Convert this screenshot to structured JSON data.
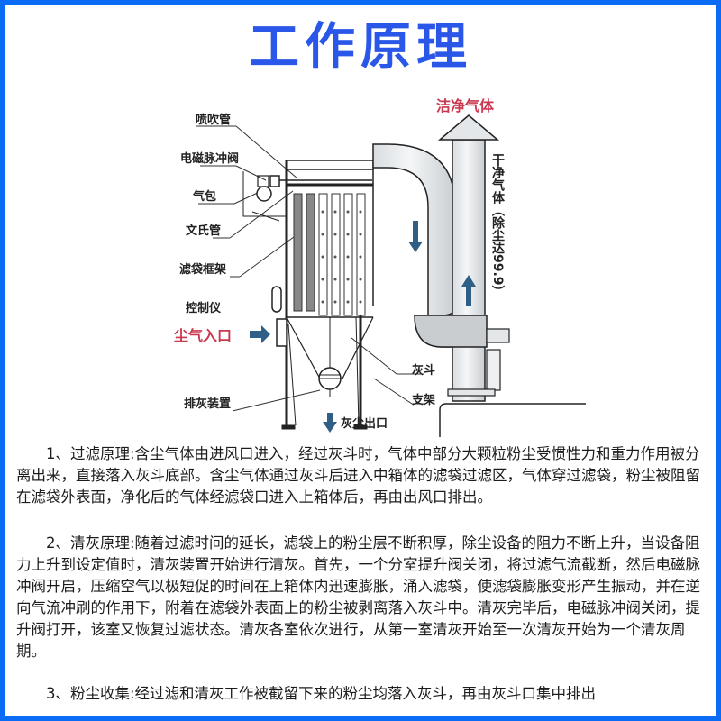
{
  "title": "工作原理",
  "diagram": {
    "labels": {
      "spray_pipe": "喷吹管",
      "solenoid_valve": "电磁脉冲阀",
      "air_bag": "气包",
      "venturi": "文氏管",
      "bag_frame": "滤袋框架",
      "controller": "控制仪",
      "dust_inlet": "尘气入口",
      "ash_hopper": "灰斗",
      "support": "支架",
      "discharge_device": "排灰装置",
      "dust_outlet": "灰尘出口",
      "clean_gas": "洁净气体",
      "dry_clean_gas": "干净气体（除尘达99.9）"
    },
    "colors": {
      "accent_blue": "#2a57e8",
      "label_red": "#c8384f",
      "arrow_blue": "#2f5f86",
      "frame_blue": "#0a6cf5"
    }
  },
  "sections": [
    {
      "text": "1、过滤原理:含尘气体由进风口进入，经过灰斗时，气体中部分大颗粒粉尘受惯性力和重力作用被分离出来，直接落入灰斗底部。含尘气体通过灰斗后进入中箱体的滤袋过滤区，气体穿过滤袋，粉尘被阻留在滤袋外表面，净化后的气体经滤袋口进入上箱体后，再由出风口排出。"
    },
    {
      "text": "2、清灰原理:随着过滤时间的延长，滤袋上的粉尘层不断积厚，除尘设备的阻力不断上升，当设备阻力上升到设定值时，清灰装置开始进行清灰。首先，一个分室提升阀关闭，将过滤气流截断，然后电磁脉冲阀开启，压缩空气以极短促的时间在上箱体内迅速膨胀，涌入滤袋，使滤袋膨胀变形产生振动，并在逆向气流冲刷的作用下，附着在滤袋外表面上的粉尘被剥离落入灰斗中。清灰完毕后，电磁脉冲阀关闭，提升阀打开，该室又恢复过滤状态。清灰各室依次进行，从第一室清灰开始至一次清灰开始为一个清灰周期。"
    },
    {
      "text": "3、粉尘收集:经过滤和清灰工作被截留下来的粉尘均落入灰斗，再由灰斗口集中排出"
    }
  ]
}
